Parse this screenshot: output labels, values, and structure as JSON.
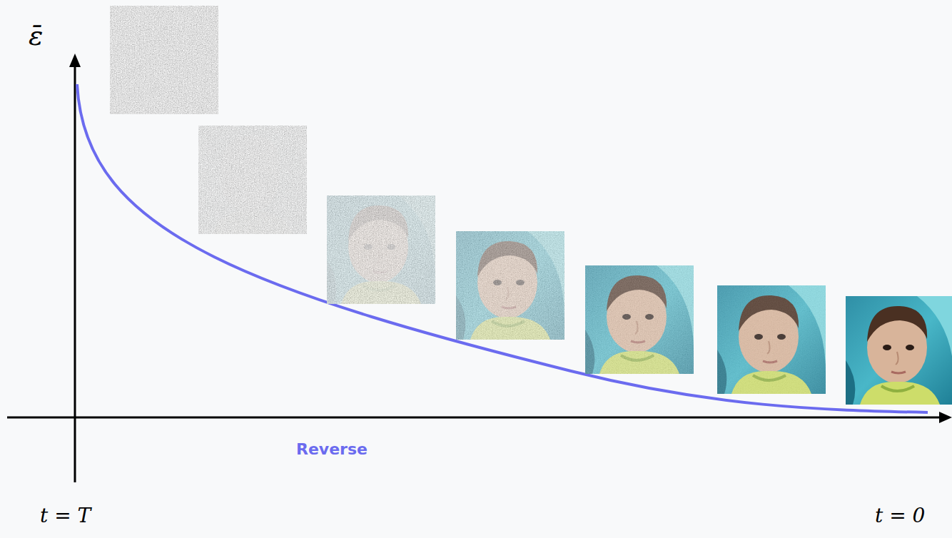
{
  "diagram": {
    "labels": [
      "ε̄",
      "Reverse",
      "t = T",
      "t = 0"
    ]
  }
}
